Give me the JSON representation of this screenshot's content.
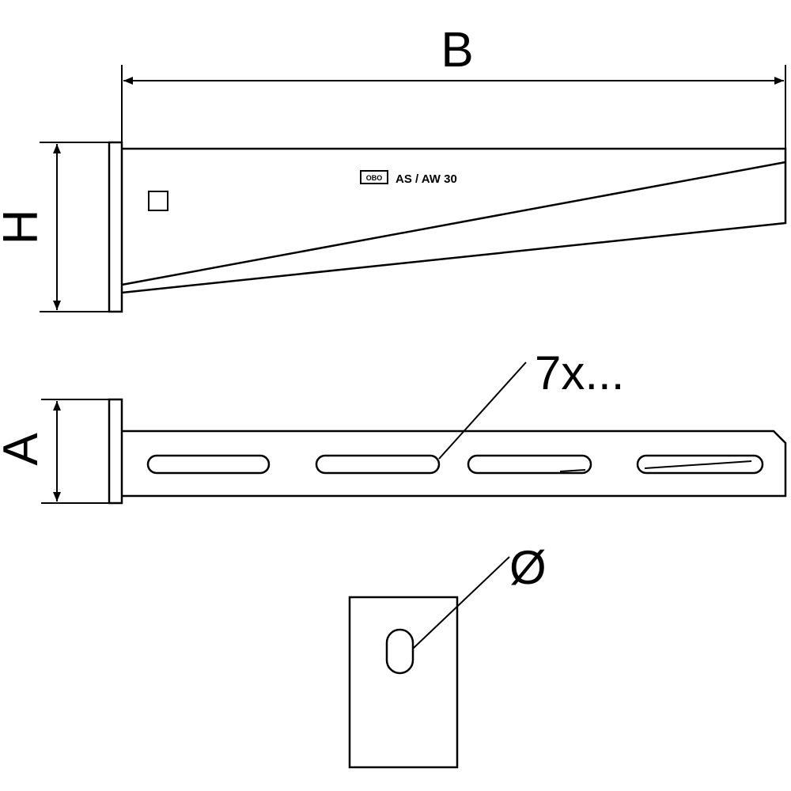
{
  "colors": {
    "line": "#000000",
    "background": "#ffffff"
  },
  "dimensions": {
    "width_label": "B",
    "height_label": "H",
    "depth_label": "A",
    "slots_callout": "7x...",
    "hole_callout": "Ø"
  },
  "marking": {
    "logo": "OBO",
    "type_code": "AS / AW 30"
  },
  "icons": {
    "logo": "obo-logo-icon"
  }
}
